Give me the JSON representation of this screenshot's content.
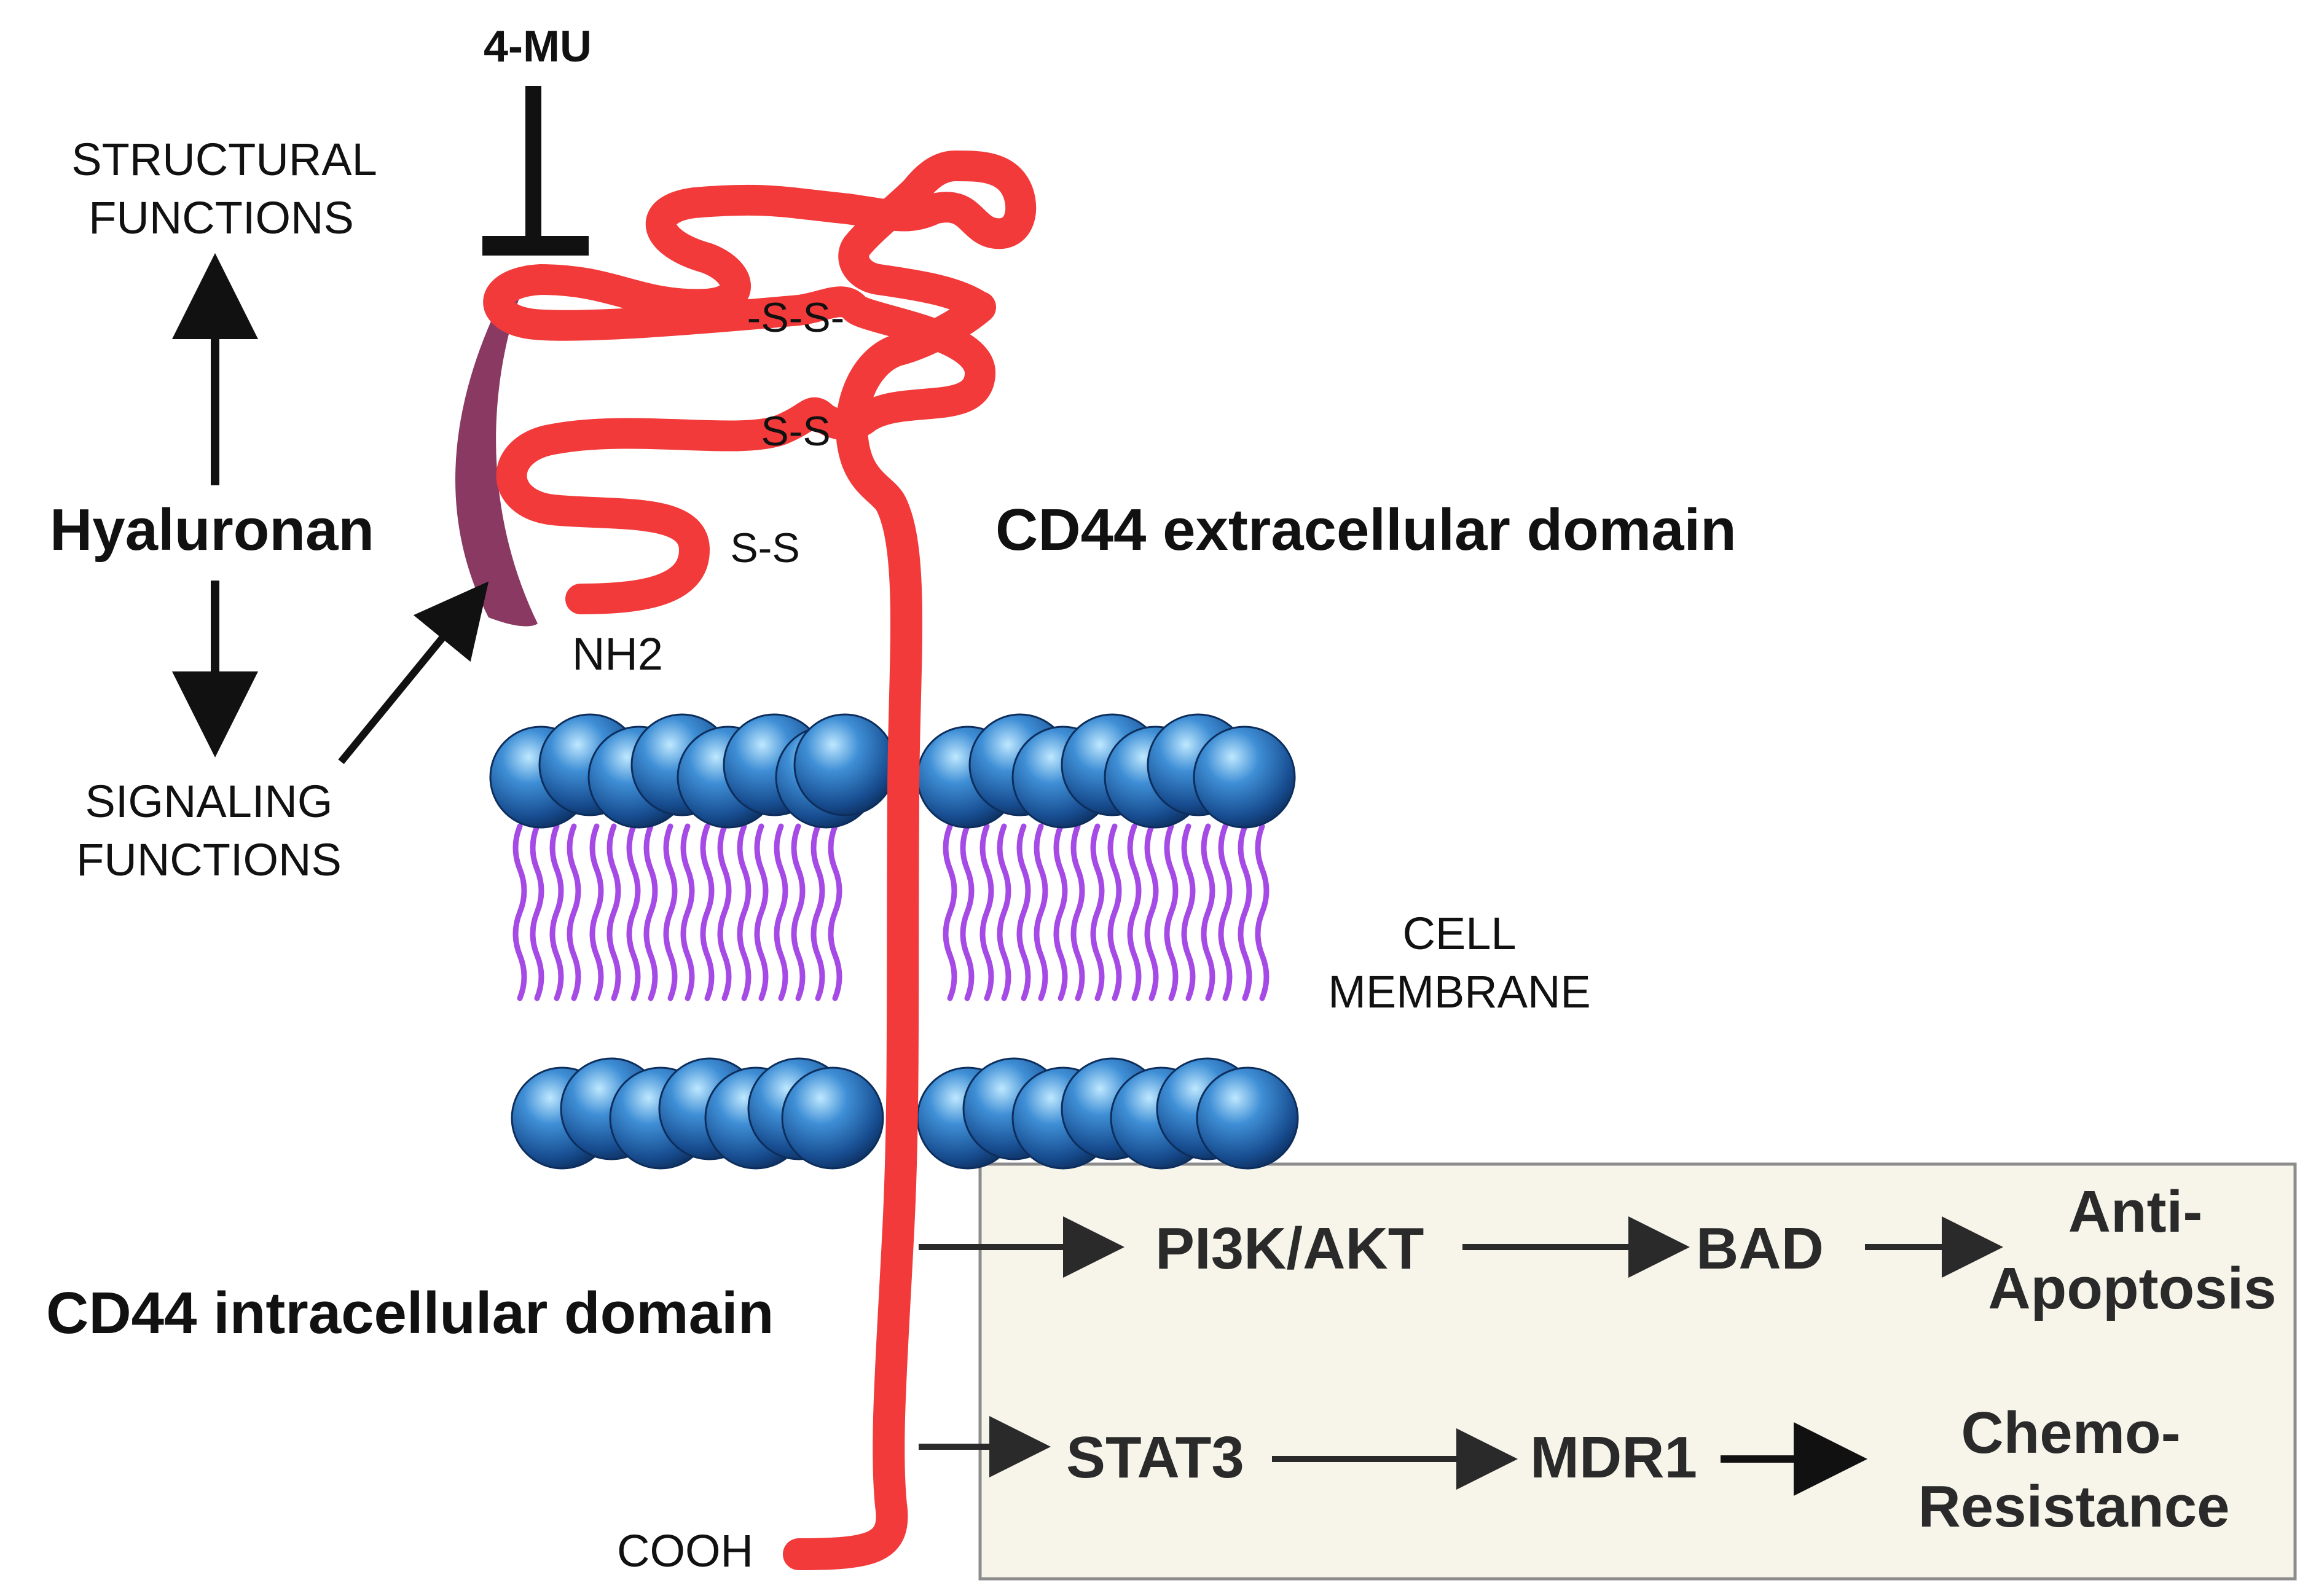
{
  "inhibitor": {
    "label": "4-MU"
  },
  "ligand": {
    "name": "Hyaluronan",
    "structural": [
      "STRUCTURAL",
      "FUNCTIONS"
    ],
    "signaling": [
      "SIGNALING",
      "FUNCTIONS"
    ]
  },
  "cd44": {
    "extracellular_label": "CD44 extracellular domain",
    "intracellular_label": "CD44 intracellular domain",
    "disulfide_1": "-S-S-",
    "disulfide_2": "S-S",
    "disulfide_3": "S-S",
    "n_terminus": "NH2",
    "c_terminus": "COOH"
  },
  "membrane": {
    "label": [
      "CELL",
      "MEMBRANE"
    ]
  },
  "pathways": {
    "p1": {
      "a": "PI3K/AKT",
      "b": "BAD",
      "outcome": [
        "Anti-",
        "Apoptosis"
      ]
    },
    "p2": {
      "a": "STAT3",
      "b": "MDR1",
      "outcome": [
        "Chemo-",
        "Resistance"
      ]
    }
  },
  "colors": {
    "cd44_chain": "#f23a3a",
    "hyaluronan": "#8a3a62",
    "lipid_tail": "#a64ae6",
    "head_group": "#1f66b3",
    "pathway_box_fill": "#f7f5ea",
    "pathway_box_stroke": "#8c8c8c",
    "arrow": "#111111"
  }
}
